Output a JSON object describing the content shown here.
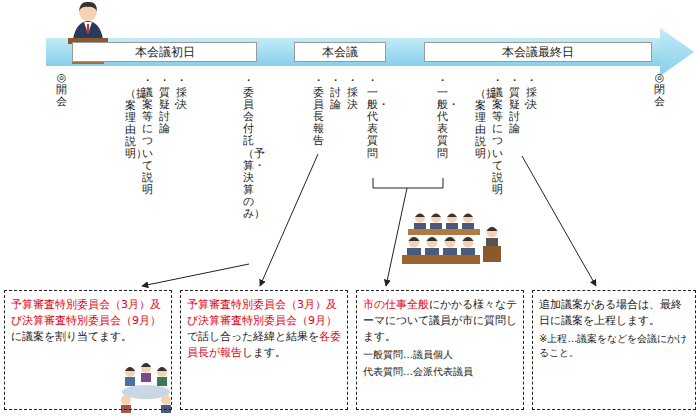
{
  "diagram": {
    "nodes": [
      {
        "text": [
          "本会議初日"
        ]
      },
      {
        "text": [
          "本会議"
        ]
      },
      {
        "text": [
          "本会議最終日"
        ]
      },
      {
        "text": [
          "予算審査特別委員会（3月）及び決算審査特別委員会（9月）に議案を割り当てます。"
        ]
      },
      {
        "text": [
          "予算審査特別委員会（3月）及び決算審査特別委員会（9月）で話し合った経緯と結果を各委員長が報告します。"
        ]
      },
      {
        "text": [
          "市の仕事全般にかかる様々なテーマについて議員が市に質問します。",
          "一般質問…議員個人",
          "代表質問…会派代表議員"
        ]
      },
      {
        "text": [
          "追加議案がある場合は、最終日に議案を上程します。",
          "※上程…議案をなどを会議にかけること。"
        ]
      }
    ],
    "labels": [
      "◎開会",
      "・委員会付託（予算・決算のみ）",
      "・採決",
      "・質疑・討論",
      "・議案等について説明",
      "（提案理由説明）",
      "・一般・代表質問",
      "・採決",
      "・討論",
      "・委員長報告",
      "・採決",
      "・質疑・討論",
      "・議案等について説明",
      "（提案理由説明）",
      "・一般・代表質問",
      "◎閉会"
    ]
  }
}
